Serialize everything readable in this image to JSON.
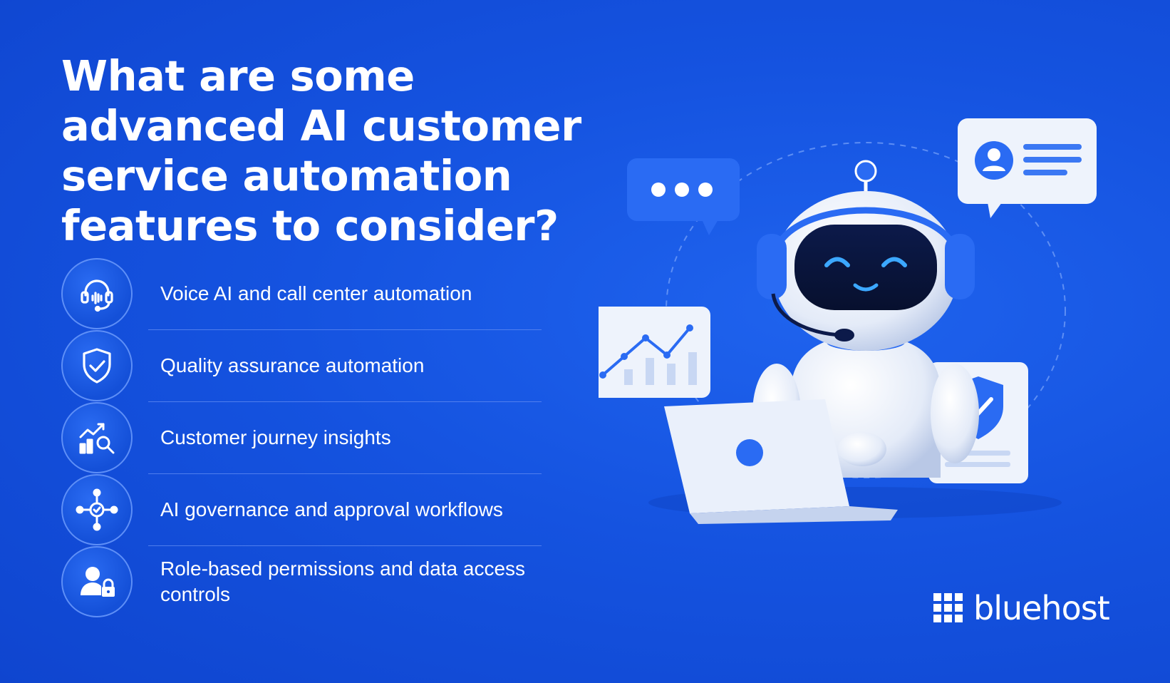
{
  "title": "What are some advanced AI customer service automation features to consider?",
  "features": [
    {
      "label": "Voice AI and call center automation",
      "icon": "headset-icon"
    },
    {
      "label": "Quality assurance automation",
      "icon": "shield-check-icon"
    },
    {
      "label": "Customer journey insights",
      "icon": "chart-search-icon"
    },
    {
      "label": "AI governance and approval workflows",
      "icon": "workflow-nodes-icon"
    },
    {
      "label": "Role-based permissions and data access controls",
      "icon": "user-lock-icon"
    }
  ],
  "brand": {
    "name": "bluehost",
    "icon": "grid-logo-icon"
  },
  "colors": {
    "background": "#1553e0",
    "accent": "#2f6ff5",
    "text": "#ffffff",
    "card": "#eef3fc"
  }
}
